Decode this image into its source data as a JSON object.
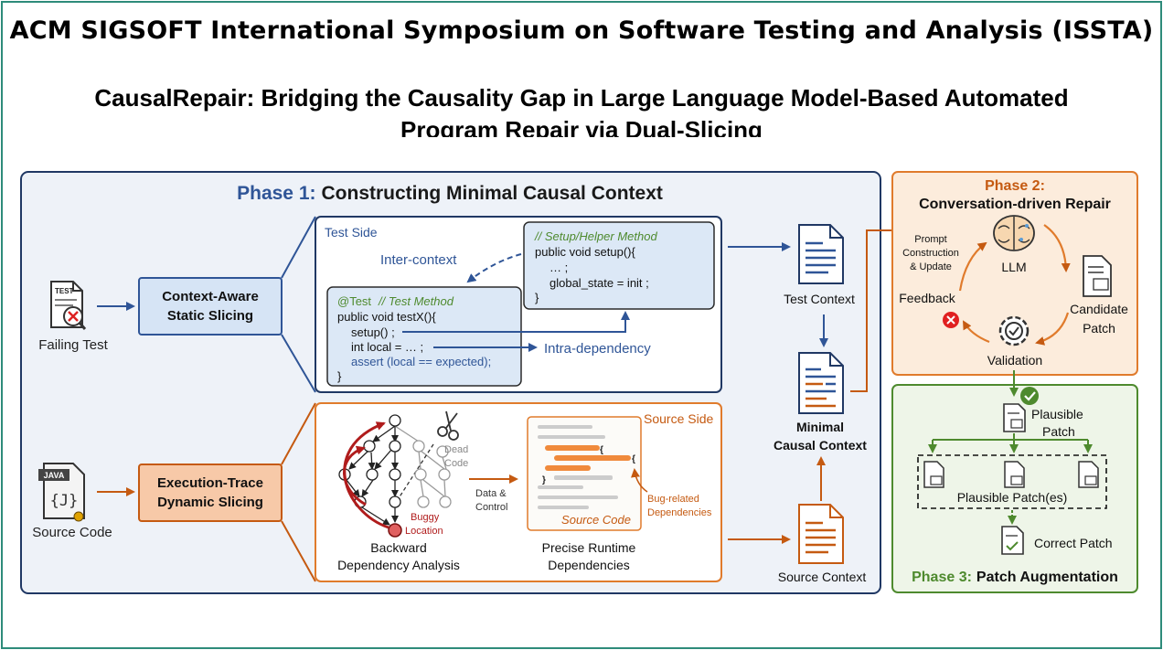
{
  "header": {
    "venue": "ACM SIGSOFT International Symposium on Software Testing and Analysis (ISSTA)",
    "title_line1": "CausalRepair: Bridging the Causality Gap in Large Language Model-Based Automated",
    "title_line2": "Program Repair via Dual-Slicing"
  },
  "colors": {
    "blue": "#2f5597",
    "orange": "#c55a11",
    "green": "#4e8a2e",
    "navy_frame": "#203864",
    "teal_border": "#2e8b7a"
  },
  "phase1": {
    "label_prefix": "Phase 1:",
    "label_text": "Constructing Minimal Causal Context",
    "inputs": {
      "failing_test": "Failing Test",
      "failing_test_icon_text": "TEST",
      "source_code": "Source  Code",
      "java_icon_text": "JAVA"
    },
    "static_slicing": {
      "line1": "Context-Aware",
      "line2": "Static Slicing"
    },
    "dynamic_slicing": {
      "line1": "Execution-Trace",
      "line2": "Dynamic Slicing"
    },
    "test_side": {
      "label": "Test Side",
      "inter_context": "Inter-context",
      "intra_dependency": "Intra-dependency",
      "helper": {
        "comment": "// Setup/Helper Method",
        "l1": "public void setup(){",
        "l2": "… ;",
        "l3": "global_state = init ;",
        "l4": "}"
      },
      "test": {
        "annotation": "@Test",
        "comment": "// Test Method",
        "l1": "public void testX(){",
        "l2": "setup() ;",
        "l3": "int local = … ;",
        "l4": "assert (local == expected);",
        "l5": "}"
      }
    },
    "source_side": {
      "label": "Source Side",
      "dead_code_1": "Dead",
      "dead_code_2": "Code",
      "buggy_1": "Buggy",
      "buggy_2": "Location",
      "data_control_1": "Data &",
      "data_control_2": "Control",
      "source_code_caption": "Source Code",
      "bug_related_1": "Bug-related",
      "bug_related_2": "Dependencies",
      "brace_open": "{",
      "brace_close": "}",
      "backward_1": "Backward",
      "backward_2": "Dependency Analysis",
      "precise_1": "Precise Runtime",
      "precise_2": "Dependencies"
    },
    "outputs": {
      "test_context": "Test Context",
      "minimal_1": "Minimal",
      "minimal_2": "Causal Context",
      "source_context": "Source Context"
    }
  },
  "phase2": {
    "label_prefix": "Phase 2:",
    "label_text": "Conversation-driven Repair",
    "prompt_1": "Prompt",
    "prompt_2": "Construction",
    "prompt_3": "& Update",
    "llm": "LLM",
    "feedback": "Feedback",
    "candidate_1": "Candidate",
    "candidate_2": "Patch",
    "validation": "Validation"
  },
  "phase3": {
    "label_prefix": "Phase 3:",
    "label_text": "Patch Augmentation",
    "plausible_1": "Plausible",
    "plausible_2": "Patch",
    "plausible_es": "Plausible Patch(es)",
    "correct": "Correct Patch"
  }
}
